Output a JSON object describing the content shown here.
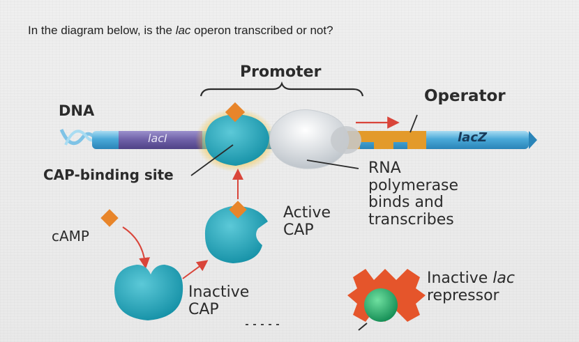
{
  "question": {
    "prefix": "In the diagram below, is the ",
    "emphasis": "lac",
    "suffix": " operon transcribed or not?"
  },
  "diagram": {
    "labels": {
      "promoter": "Promoter",
      "operator": "Operator",
      "dna": "DNA",
      "lacI": "lacI",
      "lacZ": "lacZ",
      "cap_binding_site": "CAP-binding site",
      "camp": "cAMP",
      "active_cap_line1": "Active",
      "active_cap_line2": "CAP",
      "inactive_cap_line1": "Inactive",
      "inactive_cap_line2": "CAP",
      "rna_pol_line1": "RNA",
      "rna_pol_line2": "polymerase",
      "rna_pol_line3": "binds and",
      "rna_pol_line4": "transcribes",
      "repressor_line1_prefix": "Inactive ",
      "repressor_line1_emph": "lac",
      "repressor_line2": "repressor"
    },
    "colors": {
      "dna_blue": "#4aa9d8",
      "laci_purple": "#6d5fa6",
      "cap_teal": "#1ba3b8",
      "camp_orange": "#e8852a",
      "operator_gold": "#e39a2a",
      "repressor_red": "#e5552b",
      "repressor_green": "#1fb06a",
      "arrow_red": "#d9453a"
    }
  }
}
